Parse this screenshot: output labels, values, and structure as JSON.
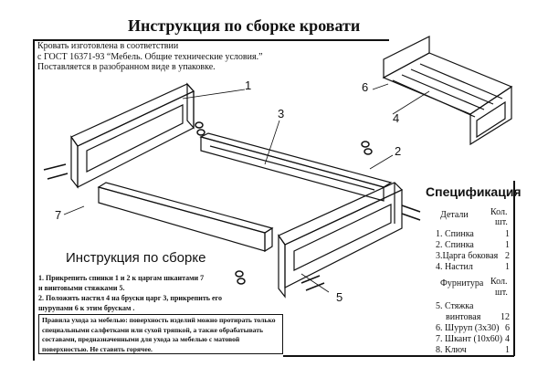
{
  "title": "Инструкция по сборке кровати",
  "intro": [
    "Кровать изготовлена  в  соответствии",
    "с  ГОСТ 16371-93 “Мебель. Общие технические условия.”",
    "Поставляется  в  разобранном  виде  в  упаковке."
  ],
  "callouts": [
    "1",
    "2",
    "3",
    "4",
    "5",
    "6",
    "7"
  ],
  "assembly": {
    "title": "Инструкция по сборке",
    "steps": [
      "1. Прикрепить  спинки  1  и  2  к  царгам  шкантами 7",
      "и винтовыми  стяжками  5.",
      "2. Положить настил 4 на бруски царг 3,  прикрепить его",
      " шурупами  6  к  этим брускам ."
    ]
  },
  "care": [
    "Правила ухода за мебелью: поверхность изделий можно протирать только",
    "специальными салфетками или сухой тряпкой, а также обрабатывать",
    "составами, предназначенными для ухода за мебелью с матовой",
    " поверхностью. Не ставить горячее."
  ],
  "spec": {
    "title": "Спецификация",
    "parts_header": "Детали",
    "qty_header": "Кол.",
    "qty_unit": "шт.",
    "parts": [
      {
        "name": "1. Спинка",
        "qty": "1"
      },
      {
        "name": "2. Спинка",
        "qty": "1"
      },
      {
        "name": "3.Царга боковая",
        "qty": "2"
      },
      {
        "name": "4. Настил",
        "qty": "1"
      }
    ],
    "hardware_header": "Фурнитура",
    "hardware": [
      {
        "name": "5. Стяжка",
        "name2": "винтовая",
        "qty": "12"
      },
      {
        "name": "6. Шуруп (3х30)",
        "qty": "6"
      },
      {
        "name": "7. Шкант (10х60)",
        "qty": "4"
      },
      {
        "name": "8.  Ключ",
        "qty": "1"
      }
    ]
  }
}
